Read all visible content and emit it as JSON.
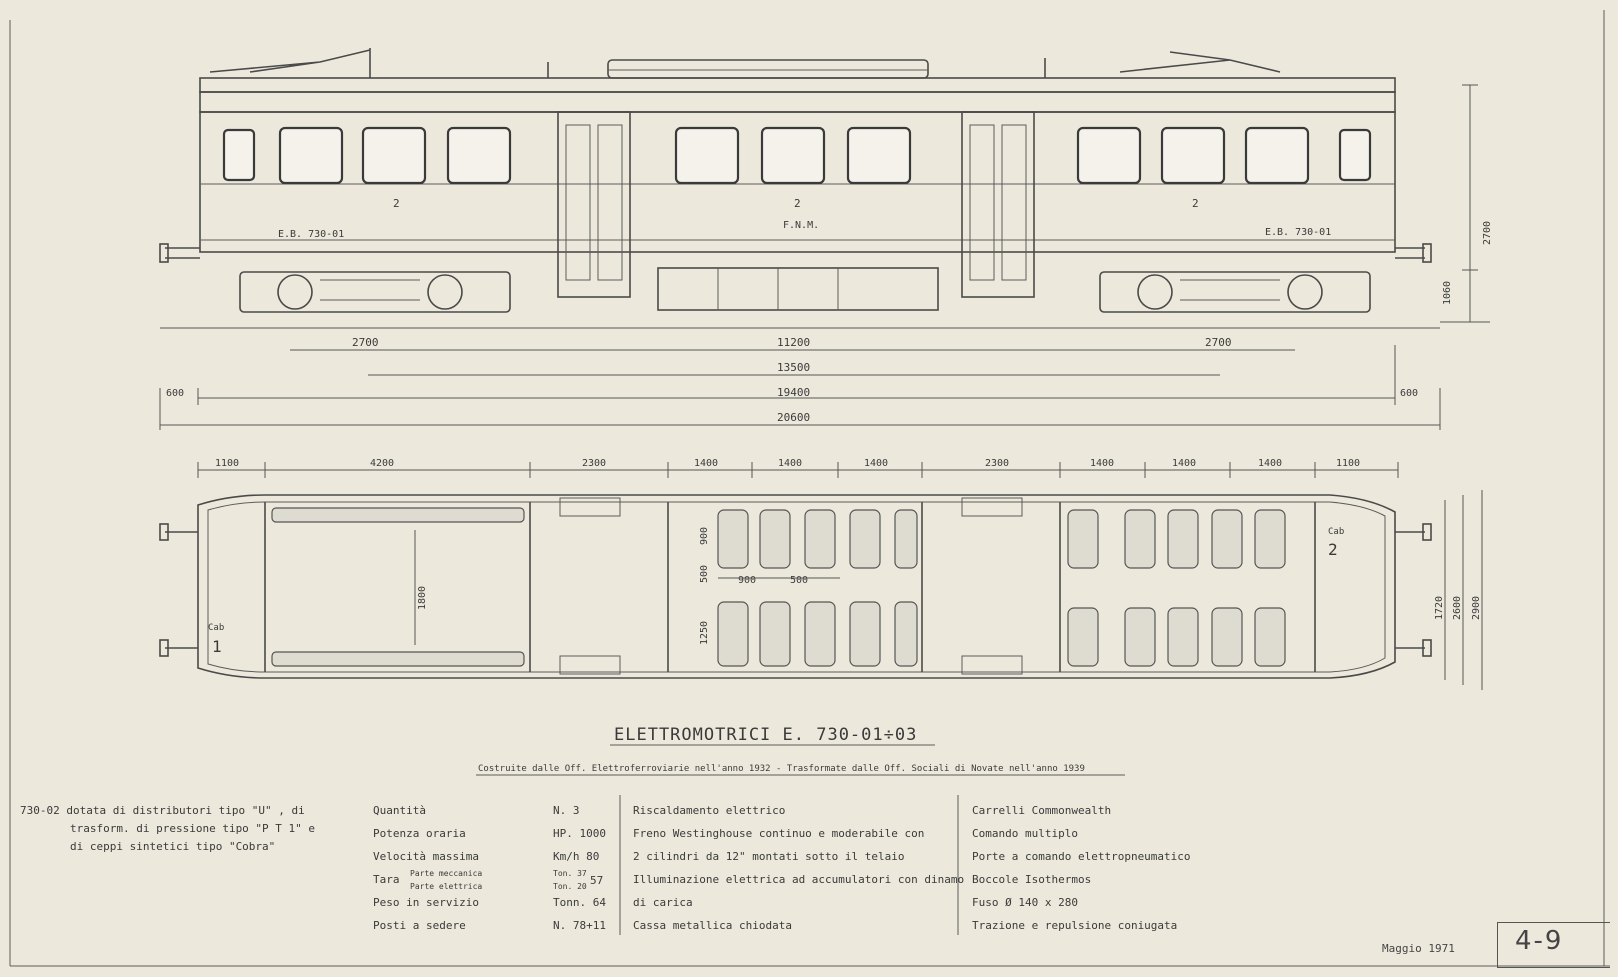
{
  "title": "ELETTROMOTRICI  E. 730-01÷03",
  "subtitle": "Costruite dalle Off. Elettroferroviarie nell'anno 1932 - Trasformate dalle Off. Sociali di Novate nell'anno 1939",
  "side_view": {
    "markings": {
      "class_num": "2",
      "left_id": "E.B. 730-01",
      "right_id": "E.B. 730-01",
      "center_logo": "F.N.M."
    },
    "heights": [
      "2700",
      "1060"
    ],
    "dims": [
      "2700",
      "11200",
      "2700",
      "13500",
      "19400",
      "600",
      "600",
      "20600"
    ]
  },
  "plan_view": {
    "top_dims": [
      "1100",
      "4200",
      "2300",
      "1400",
      "1400",
      "1400",
      "2300",
      "1400",
      "1400",
      "1400",
      "1100"
    ],
    "inner_dims": [
      "900",
      "500",
      "900",
      "500",
      "1250",
      "1800"
    ],
    "right_dims": [
      "1720",
      "2600",
      "2900"
    ],
    "cab1_label": "Cab",
    "cab1_num": "1",
    "cab2_label": "Cab",
    "cab2_num": "2"
  },
  "note": [
    "730-02 dotata di distributori tipo \"U\" , di",
    "trasform. di pressione tipo \"P T 1\" e",
    "di ceppi sintetici tipo \"Cobra\""
  ],
  "specs_col1": {
    "labels": [
      "Quantità",
      "Potenza oraria",
      "Velocità massima",
      "Tara",
      "Peso in servizio",
      "Posti a sedere"
    ],
    "tara_parts": [
      "Parte meccanica",
      "Parte elettrica"
    ],
    "values": [
      "N. 3",
      "HP. 1000",
      "Km/h 80",
      "Tonn. 64",
      "N. 78+11"
    ],
    "tara_values": [
      "Ton. 37",
      "Ton. 20",
      "57"
    ]
  },
  "specs_col2": [
    "Riscaldamento elettrico",
    "Freno Westinghouse continuo e moderabile con",
    "2 cilindri da 12\" montati sotto il telaio",
    "Illuminazione elettrica ad accumulatori con dinamo",
    "di carica",
    "Cassa metallica chiodata"
  ],
  "specs_col3": [
    "Carrelli Commonwealth",
    "Comando multiplo",
    "Porte a comando elettropneumatico",
    "Boccole Isothermos",
    "Fuso Ø 140 x 280",
    "Trazione e repulsione coniugata"
  ],
  "date": "Maggio 1971",
  "sheet_number": "4-9"
}
